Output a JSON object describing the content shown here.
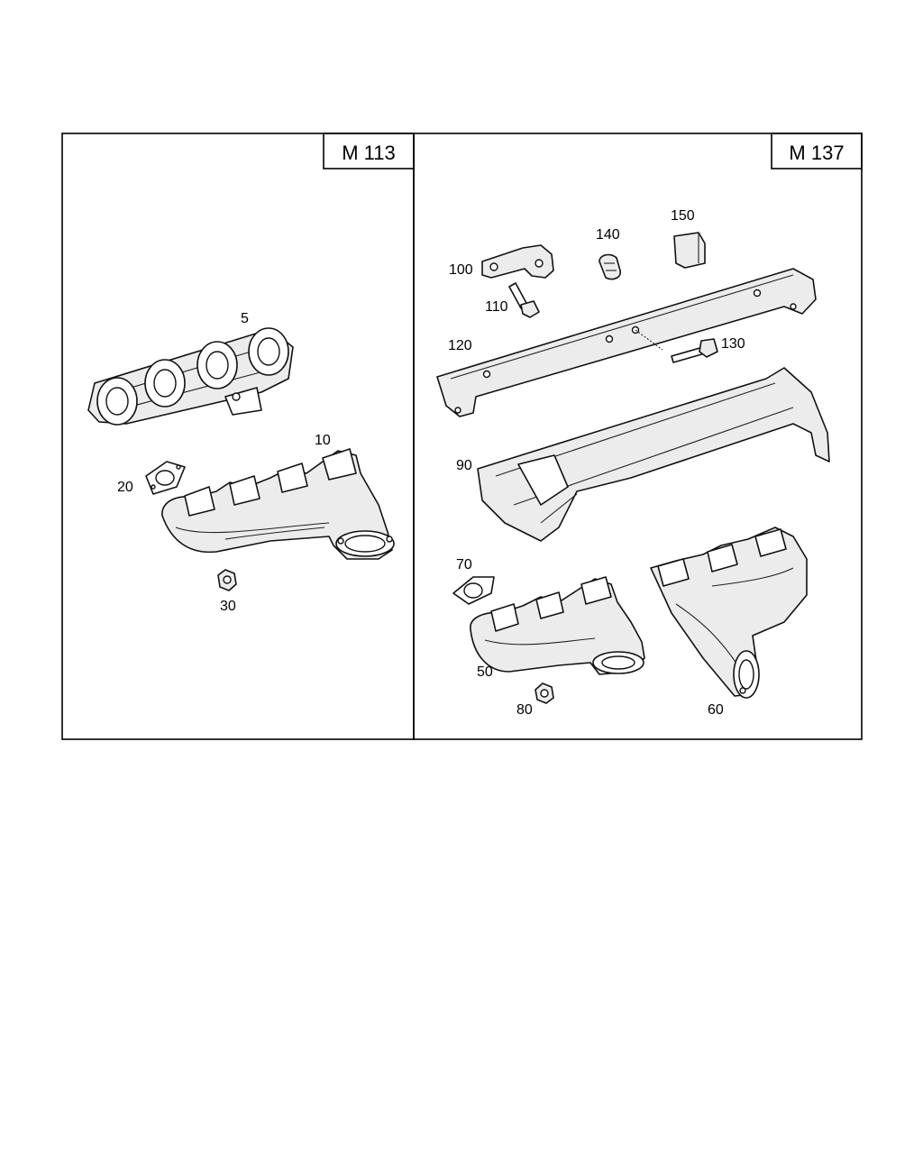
{
  "panels": [
    {
      "id": "left",
      "title": "M 113"
    },
    {
      "id": "right",
      "title": "M 137"
    }
  ],
  "labels": {
    "p5": "5",
    "p10": "10",
    "p20": "20",
    "p30": "30",
    "p50": "50",
    "p60": "60",
    "p70": "70",
    "p80": "80",
    "p90": "90",
    "p100": "100",
    "p110": "110",
    "p120": "120",
    "p130": "130",
    "p140": "140",
    "p150": "150"
  }
}
